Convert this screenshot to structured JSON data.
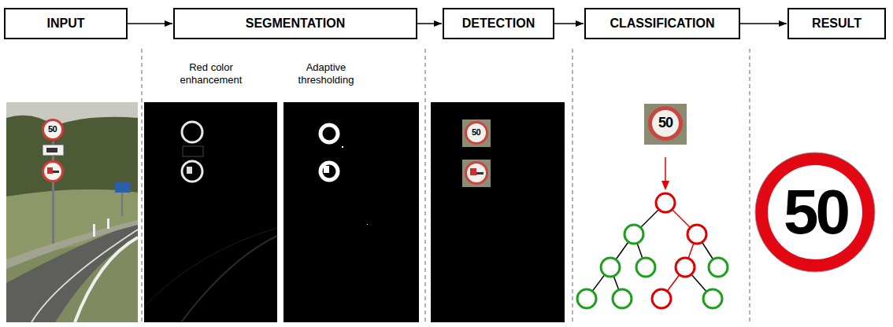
{
  "diagram": {
    "nodes": [
      {
        "text": [
          "INPUT"
        ]
      },
      {
        "text": [
          "SEGMENTATION"
        ]
      },
      {
        "text": [
          "DETECTION"
        ]
      },
      {
        "text": [
          "CLASSIFICATION"
        ]
      },
      {
        "text": [
          "RESULT"
        ]
      }
    ],
    "edges": [
      {
        "from": 0,
        "to": 1,
        "arrow": "to"
      },
      {
        "from": 1,
        "to": 2,
        "arrow": "to"
      },
      {
        "from": 2,
        "to": 3,
        "arrow": "to"
      },
      {
        "from": 3,
        "to": 4,
        "arrow": "to"
      }
    ],
    "labels": [
      "Red color enhancement",
      "Adaptive thresholding",
      "50",
      "50",
      "50",
      "50"
    ]
  }
}
